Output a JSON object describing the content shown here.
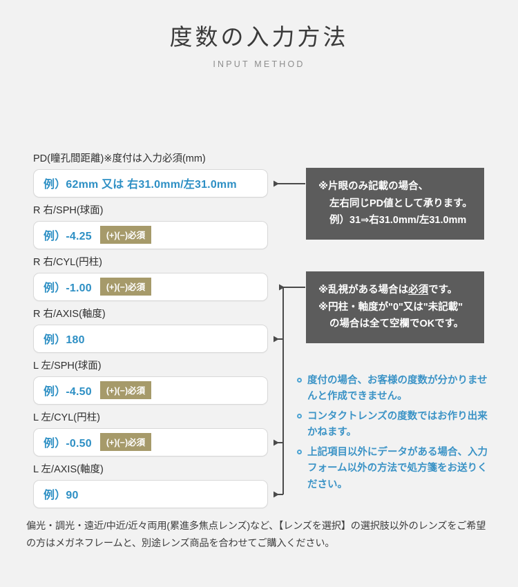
{
  "header": {
    "title": "度数の入力方法",
    "subtitle": "INPUT METHOD"
  },
  "colors": {
    "background": "#f2f2f2",
    "callout_bg": "#5c5c5c",
    "badge_bg": "#a69a6a",
    "accent_blue": "#2d8fc4",
    "note_blue": "#3b93c6",
    "input_border": "#d8d8d8"
  },
  "form": {
    "fields": [
      {
        "label": "PD(瞳孔間距離)※度付は入力必須(mm)",
        "placeholder": "例）62mm 又は 右31.0mm/左31.0mm",
        "badge": ""
      },
      {
        "label": "R 右/SPH(球面)",
        "placeholder": "例）-4.25",
        "badge": "(+)(−)必須"
      },
      {
        "label": "R 右/CYL(円柱)",
        "placeholder": "例）-1.00",
        "badge": "(+)(−)必須"
      },
      {
        "label": "R 右/AXIS(軸度)",
        "placeholder": "例）180",
        "badge": ""
      },
      {
        "label": "L 左/SPH(球面)",
        "placeholder": "例）-4.50",
        "badge": "(+)(−)必須"
      },
      {
        "label": "L 左/CYL(円柱)",
        "placeholder": "例）-0.50",
        "badge": "(+)(−)必須"
      },
      {
        "label": "L 左/AXIS(軸度)",
        "placeholder": "例）90",
        "badge": ""
      }
    ]
  },
  "callouts": {
    "pd": {
      "line1": "※片眼のみ記載の場合、",
      "line2": "左右同じPD値として承ります。",
      "line3": "例）31⇒右31.0mm/左31.0mm"
    },
    "cyl": {
      "line1_pre": "※乱視がある場合は",
      "line1_underline": "必須",
      "line1_post": "です。",
      "line2": "※円柱・軸度が\"0\"又は\"未記載\"",
      "line3": "の場合は全て空欄でOKです。"
    }
  },
  "notes": [
    "度付の場合、お客様の度数が分かりませんと作成できません。",
    "コンタクトレンズの度数ではお作り出来かねます。",
    "上記項目以外にデータがある場合、入力フォーム以外の方法で処方箋をお送りください。"
  ],
  "footer": {
    "text": "偏光・調光・遠近/中近/近々両用(累進多焦点レンズ)など、【レンズを選択】の選択肢以外のレンズをご希望の方はメガネフレームと、別途レンズ商品を合わせてご購入ください。"
  }
}
